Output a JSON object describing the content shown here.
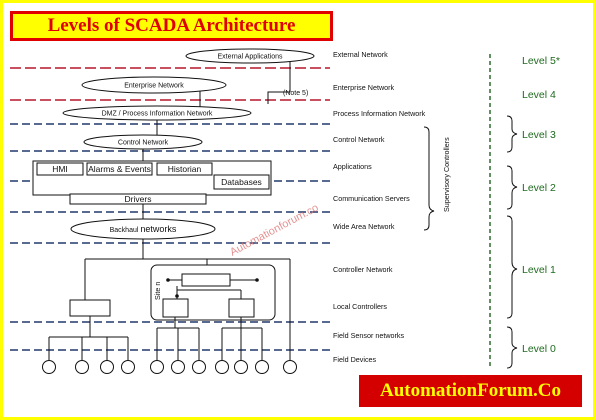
{
  "title": "Levels of SCADA Architecture",
  "watermark": "Automationforum.co",
  "brand": "AutomationForum.Co",
  "clouds": {
    "external": "External Applications",
    "enterprise": "Enterprise Network",
    "dmz": "DMZ / Process Information Network",
    "control": "Control Network",
    "backhaul_a": "Backhaul ",
    "backhaul_b": "networks"
  },
  "note": "(Note 5)",
  "boxes": {
    "hmi": "HMI",
    "alarms": "Alarms & Events",
    "historian": "Historian",
    "databases": "Databases",
    "drivers": "Drivers",
    "site": "Site n"
  },
  "network_labels": {
    "external_network": "External Network",
    "enterprise_network": "Enterprise Network",
    "process_information_network": "Process Information Network",
    "control_network": "Control Network",
    "applications": "Applications",
    "communication_servers": "Communication Servers",
    "wide_area_network": "Wide Area Network",
    "controller_network": "Controller Network",
    "local_controllers": "Local Controllers",
    "field_sensor_networks": "Field Sensor networks",
    "field_devices": "Field Devices"
  },
  "supervisory": "Supervisory Controllers",
  "levels": {
    "l5": "Level 5*",
    "l4": "Level 4",
    "l3": "Level 3",
    "l2": "Level 2",
    "l1": "Level 1",
    "l0": "Level 0"
  },
  "colors": {
    "title_border": "#e00000",
    "title_bg": "#ffff00",
    "red_dash": "#b5172b",
    "blue_dash": "#20386b",
    "level_text": "#1f6b1f",
    "brand_bg": "#d40000",
    "brand_text": "#ffff00"
  }
}
